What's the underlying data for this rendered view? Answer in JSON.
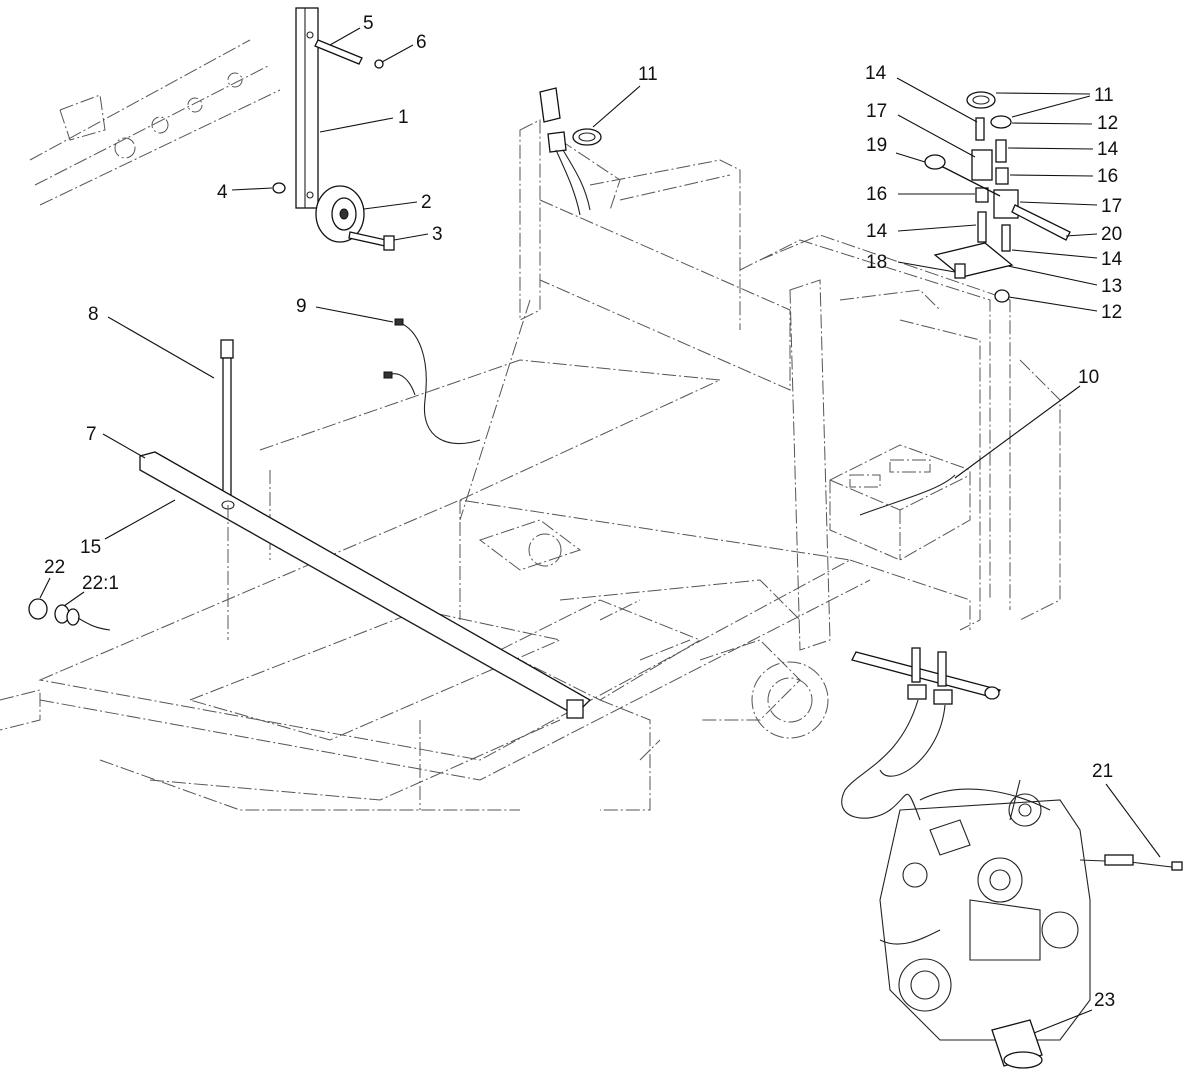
{
  "callouts": [
    "1",
    "2",
    "3",
    "4",
    "5",
    "6",
    "7",
    "8",
    "9",
    "10",
    "11",
    "11",
    "12",
    "12",
    "13",
    "14",
    "14",
    "14",
    "14",
    "15",
    "16",
    "16",
    "17",
    "17",
    "18",
    "19",
    "20",
    "21",
    "22",
    "22:1",
    "23"
  ]
}
